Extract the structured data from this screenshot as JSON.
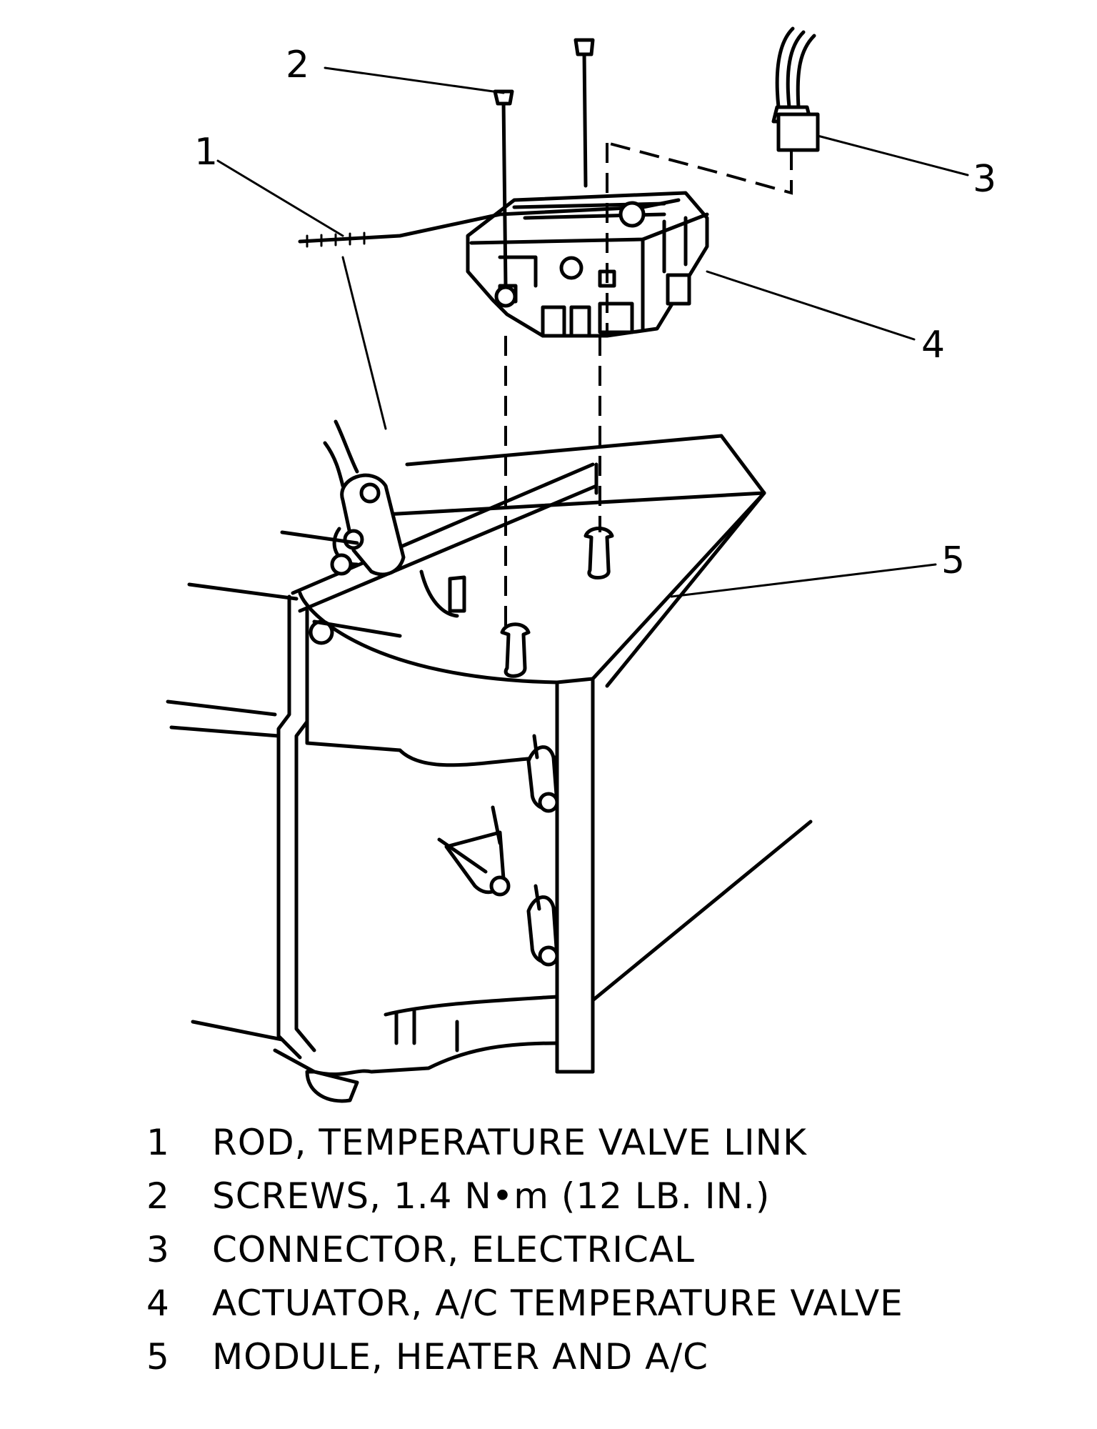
{
  "callouts": [
    "1",
    "2",
    "3",
    "4",
    "5"
  ],
  "legend": [
    {
      "num": "1",
      "text": "ROD, TEMPERATURE VALVE LINK"
    },
    {
      "num": "2",
      "text": "SCREWS, 1.4 N•m (12 LB. IN.)"
    },
    {
      "num": "3",
      "text": "CONNECTOR, ELECTRICAL"
    },
    {
      "num": "4",
      "text": "ACTUATOR, A/C TEMPERATURE VALVE"
    },
    {
      "num": "5",
      "text": "MODULE, HEATER AND A/C"
    }
  ]
}
